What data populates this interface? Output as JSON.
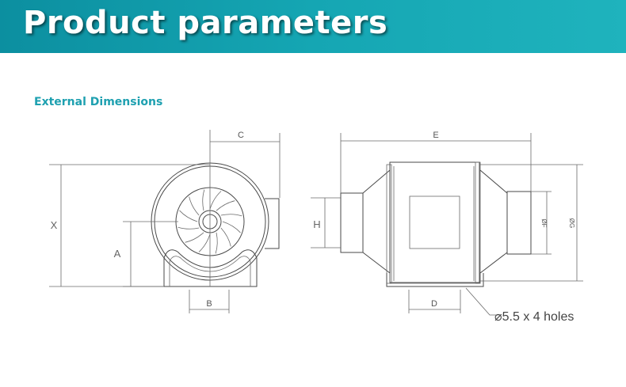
{
  "header": {
    "title": "Product parameters",
    "background": "#15a6b3",
    "text_color": "#ffffff"
  },
  "section": {
    "title": "External Dimensions",
    "color": "#1ea0b0"
  },
  "diagram": {
    "front_view": {
      "labels": {
        "c": "C",
        "x": "X",
        "a": "A",
        "b": "B"
      }
    },
    "side_view": {
      "labels": {
        "e": "E",
        "h": "H",
        "f": "ØF",
        "g": "ØG",
        "d": "D"
      },
      "note": "⌀5.5 x 4 holes"
    }
  }
}
